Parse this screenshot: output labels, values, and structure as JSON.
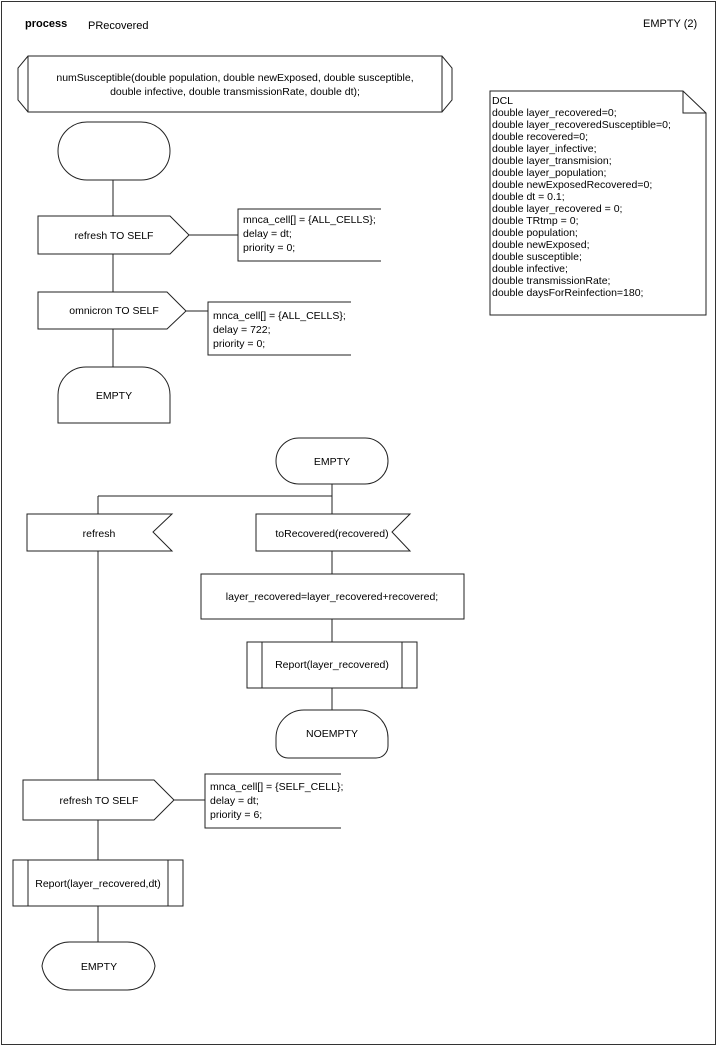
{
  "header": {
    "keyword": "process",
    "process_name": "PRecovered",
    "page_label": "EMPTY (2)"
  },
  "procedure_signature": [
    "numSusceptible(double population, double newExposed, double susceptible,",
    "double infective, double transmissionRate, double dt);"
  ],
  "dcl": {
    "title": "DCL",
    "lines": [
      "double layer_recovered=0;",
      "double layer_recoveredSusceptible=0;",
      "double recovered=0;",
      "double layer_infective;",
      "double layer_transmision;",
      "double layer_population;",
      "double newExposedRecovered=0;",
      "double dt = 0.1;",
      "double layer_recovered = 0;",
      "double TRtmp = 0;",
      "double population;",
      "double newExposed;",
      "double susceptible;",
      "double infective;",
      "double transmissionRate;",
      "double daysForReinfection=180;"
    ]
  },
  "flow": {
    "start_state": "",
    "output_refresh_self": "refresh TO SELF",
    "refresh_params": [
      "mnca_cell[] = {ALL_CELLS};",
      "delay = dt;",
      "priority = 0;"
    ],
    "output_omnicron_self": "omnicron TO SELF",
    "omnicron_params": [
      "mnca_cell[] = {ALL_CELLS};",
      "delay = 722;",
      "priority = 0;"
    ],
    "state_empty_1": "EMPTY",
    "state_empty_2": "EMPTY",
    "input_refresh": "refresh",
    "input_to_recovered": "toRecovered(recovered)",
    "task_assign": "layer_recovered=layer_recovered+recovered;",
    "proc_report_1": "Report(layer_recovered)",
    "state_noempty": "NOEMPTY",
    "output_refresh_self_2": "refresh TO SELF",
    "refresh2_params": [
      "mnca_cell[] = {SELF_CELL};",
      "delay = dt;",
      "priority = 6;"
    ],
    "proc_report_2": "Report(layer_recovered,dt)",
    "state_empty_3": "EMPTY"
  }
}
